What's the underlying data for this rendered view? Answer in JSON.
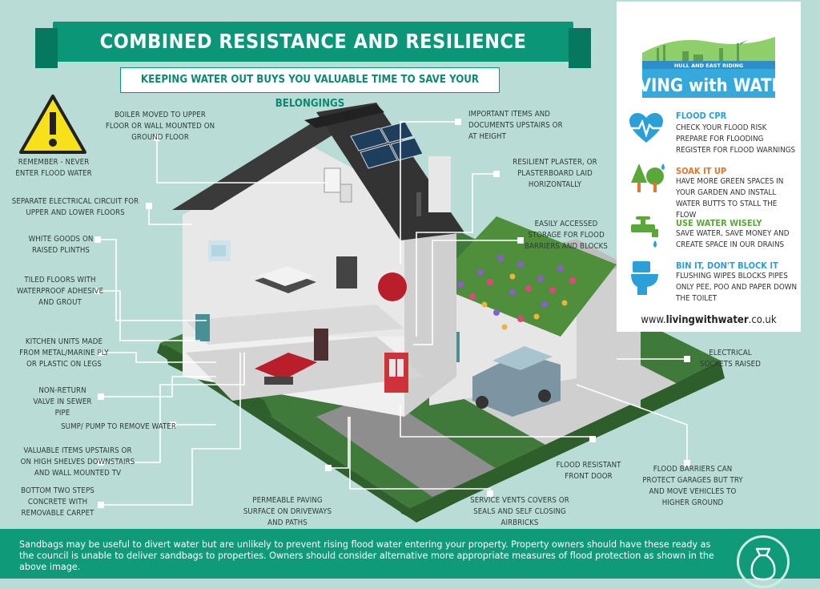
{
  "header": {
    "title": "COMBINED RESISTANCE AND RESILIENCE MEASURES",
    "subtitle": "KEEPING WATER OUT BUYS YOU VALUABLE TIME TO SAVE YOUR BELONGINGS"
  },
  "warning": {
    "text": "REMEMBER - NEVER ENTER FLOOD WATER"
  },
  "labels": {
    "boiler": "BOILER MOVED TO UPPER FLOOR OR WALL MOUNTED ON GROUND FLOOR",
    "important_items": "IMPORTANT ITEMS AND DOCUMENTS UPSTAIRS OR AT HEIGHT",
    "resilient_plaster": "RESILIENT PLASTER, OR PLASTERBOARD LAID HORIZONTALLY",
    "storage": "EASILY ACCESSED STORAGE FOR FLOOD BARRIERS AND BLOCKS",
    "electrical_circuit": "SEPARATE ELECTRICAL CIRCUIT FOR UPPER AND LOWER FLOORS",
    "white_goods": "WHITE GOODS ON RAISED PLINTHS",
    "tiled_floors": "TILED FLOORS WITH WATERPROOF ADHESIVE AND GROUT",
    "kitchen_units": "KITCHEN UNITS MADE FROM METAL/MARINE PLY OR PLASTIC ON LEGS",
    "non_return_valve": "NON-RETURN VALVE IN SEWER PIPE",
    "sump_pump": "SUMP/ PUMP TO REMOVE WATER",
    "valuable_items": "VALUABLE ITEMS UPSTAIRS OR ON HIGH SHELVES DOWNSTAIRS AND WALL MOUNTED TV",
    "bottom_steps": "BOTTOM TWO STEPS CONCRETE WITH REMOVABLE CARPET",
    "permeable_paving": "PERMEABLE PAVING SURFACE ON DRIVEWAYS AND PATHS",
    "service_vents": "SERVICE VENTS COVERS OR SEALS AND SELF CLOSING AIRBRICKS",
    "flood_door": "FLOOD RESISTANT FRONT DOOR",
    "flood_barriers": "FLOOD BARRIERS CAN PROTECT GARAGES BUT TRY AND MOVE VEHICLES TO HIGHER GROUND",
    "electrical_sockets": "ELECTRICAL SOCKETS RAISED"
  },
  "panel": {
    "logo_top": "HULL AND EAST RIDING",
    "logo_main": "LIVING with WATER",
    "tips": [
      {
        "heading": "FLOOD CPR",
        "body": "CHECK YOUR FLOOD RISK\nPREPARE FOR FLOODING\nREGISTER FOR FLOOD WARNINGS",
        "color": "#2a9fd8",
        "icon": "heart-pulse-icon"
      },
      {
        "heading": "SOAK IT UP",
        "body": "HAVE MORE GREEN SPACES IN YOUR GARDEN AND INSTALL WATER BUTTS TO STALL THE FLOW",
        "color": "#e2762b",
        "icon": "trees-icon"
      },
      {
        "heading": "USE WATER WISELY",
        "body": "SAVE WATER, SAVE MONEY AND CREATE SPACE IN OUR DRAINS",
        "color": "#5aa83a",
        "icon": "tap-icon"
      },
      {
        "heading": "BIN IT, DON'T BLOCK IT",
        "body": "FLUSHING WIPES BLOCKS PIPES ONLY PEE, POO AND PAPER DOWN THE TOILET",
        "color": "#2a9fd8",
        "icon": "toilet-icon"
      }
    ],
    "website_prefix": "www.",
    "website_bold": "livingwithwater",
    "website_suffix": ".co.uk"
  },
  "footer": {
    "text": "Sandbags may be useful to divert water but are unlikely to prevent rising flood water entering your property. Property owners should have these ready as the council is unable to deliver sandbags to properties. Owners should consider alternative more appropriate measures of flood protection as shown in the above image."
  },
  "colors": {
    "background": "#b9ddd6",
    "brand_green": "#0b9678",
    "footer_green": "#0f9a7a"
  }
}
